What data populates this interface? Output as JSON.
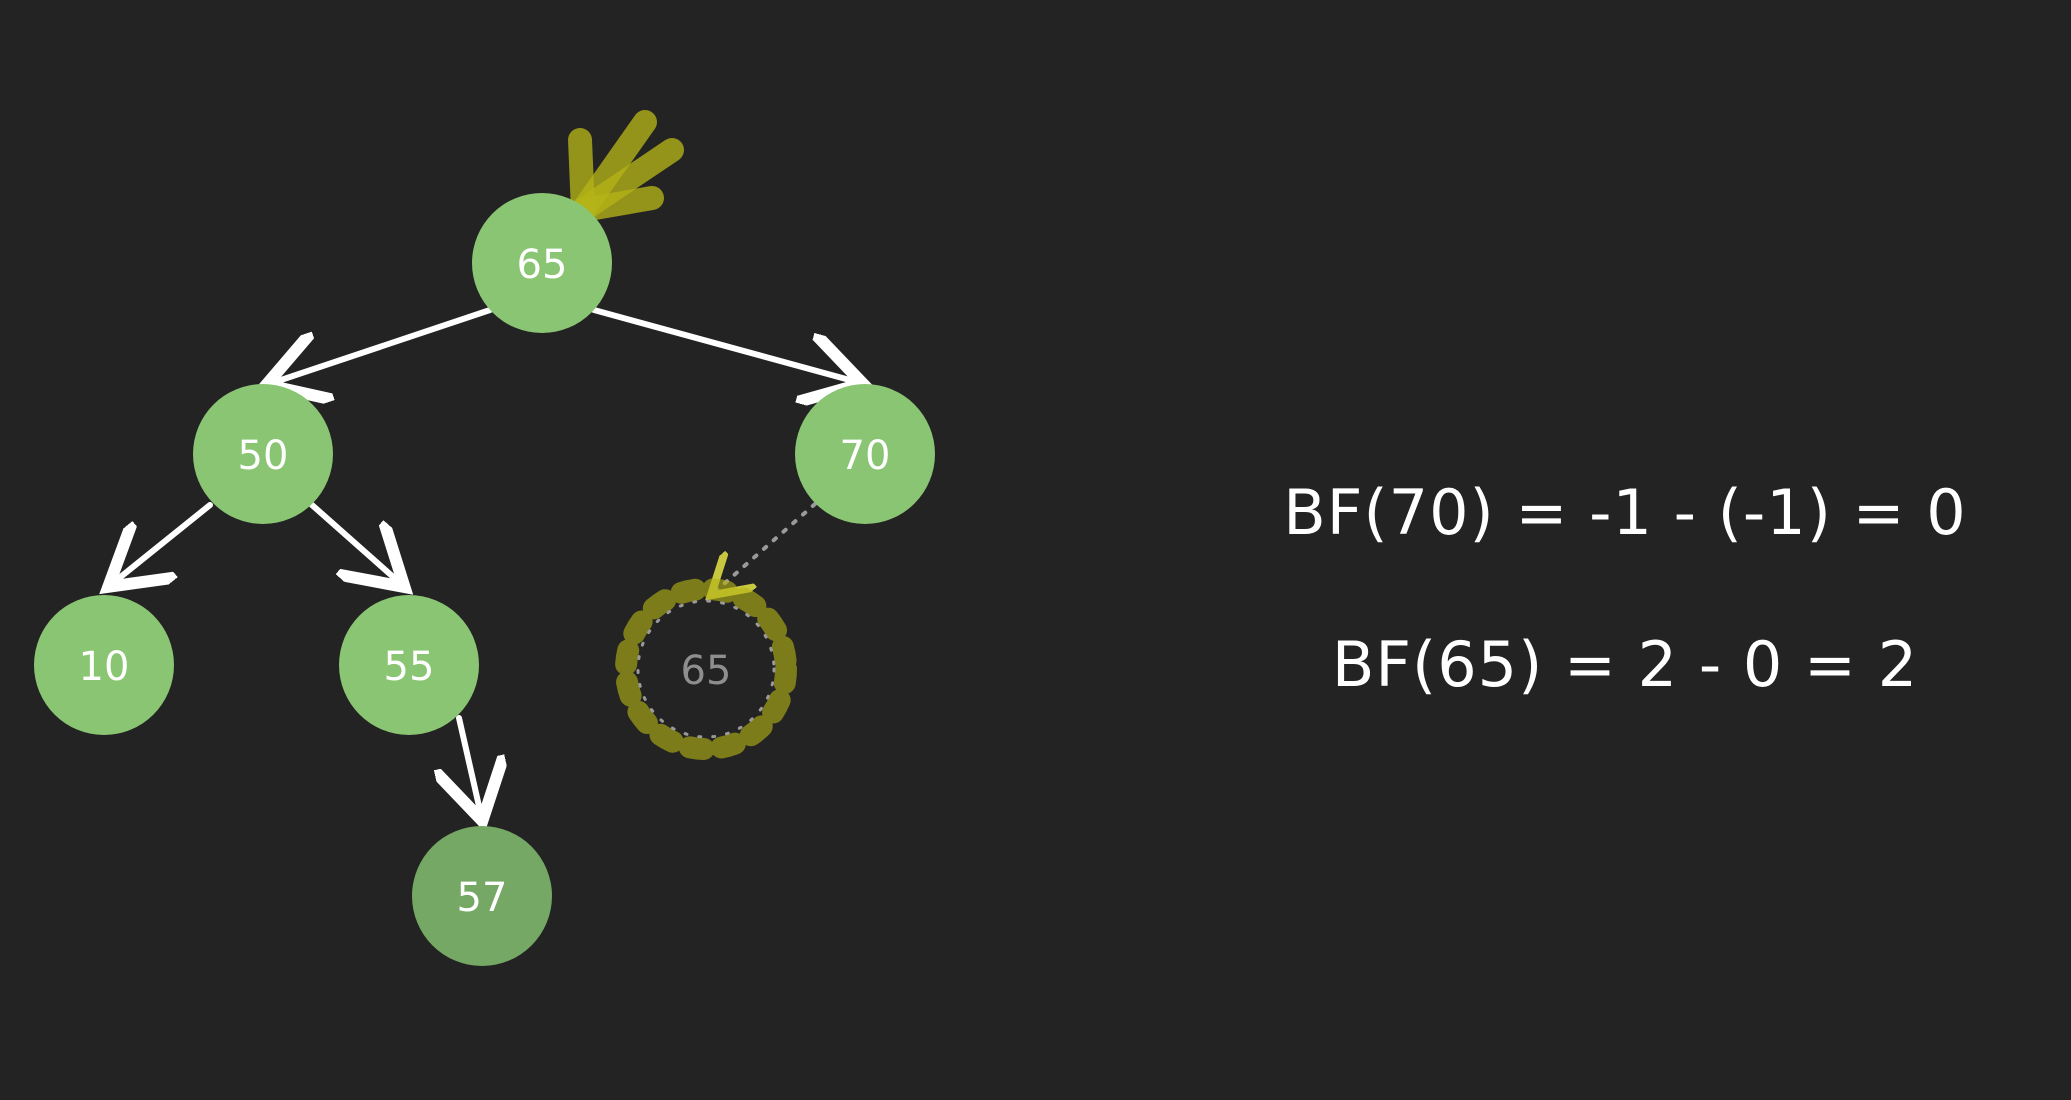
{
  "colors": {
    "background": "#232324",
    "node_fill": "#8ac573",
    "node_fill_dark": "#74a864",
    "edge": "#ffffff",
    "highlight": "#b5b317",
    "ghost_text": "#8e8e8e"
  },
  "tree": {
    "nodes": {
      "root": {
        "label": "65"
      },
      "n50": {
        "label": "50"
      },
      "n70": {
        "label": "70"
      },
      "n10": {
        "label": "10"
      },
      "n55": {
        "label": "55"
      },
      "n57": {
        "label": "57"
      },
      "ghost": {
        "label": "65"
      }
    },
    "edges": [
      {
        "from": "65",
        "to": "50"
      },
      {
        "from": "65",
        "to": "70"
      },
      {
        "from": "50",
        "to": "10"
      },
      {
        "from": "50",
        "to": "55"
      },
      {
        "from": "55",
        "to": "57"
      },
      {
        "from": "70",
        "to": "65",
        "style": "dotted"
      }
    ]
  },
  "formulas": {
    "bf70": "BF(70) = -1 - (-1) = 0",
    "bf65": "BF(65) = 2 - 0 = 2"
  },
  "icons": {
    "pointer": "hand-drawn-arrow-icon"
  }
}
